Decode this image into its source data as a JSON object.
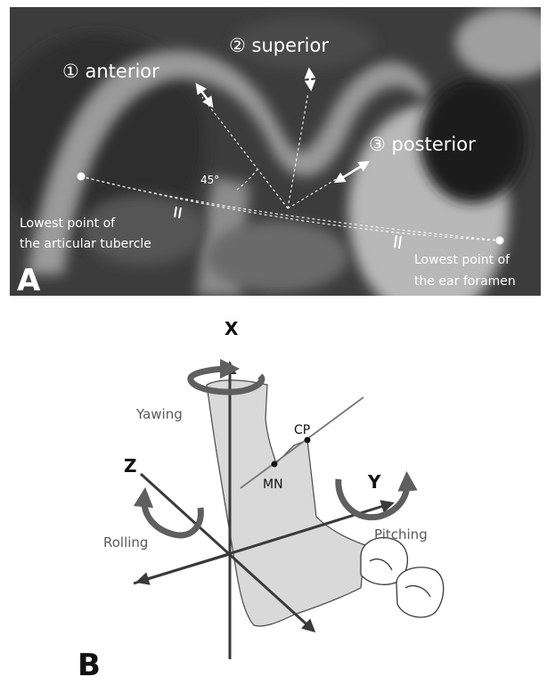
{
  "panel_a": {
    "letter": "A",
    "directions": {
      "anterior": "① anterior",
      "superior": "② superior",
      "posterior": "③ posterior"
    },
    "angle_label": "45°",
    "landmark_left": [
      "Lowest point of",
      "the articular tubercle"
    ],
    "landmark_right": [
      "Lowest point of",
      "the ear foramen"
    ]
  },
  "panel_b": {
    "letter": "B",
    "axes": {
      "x": "X",
      "y": "Y",
      "z": "Z"
    },
    "rotations": {
      "yawing": "Yawing",
      "rolling": "Rolling",
      "pitching": "Pitching"
    },
    "points": {
      "cp": "CP",
      "mn": "MN"
    }
  }
}
